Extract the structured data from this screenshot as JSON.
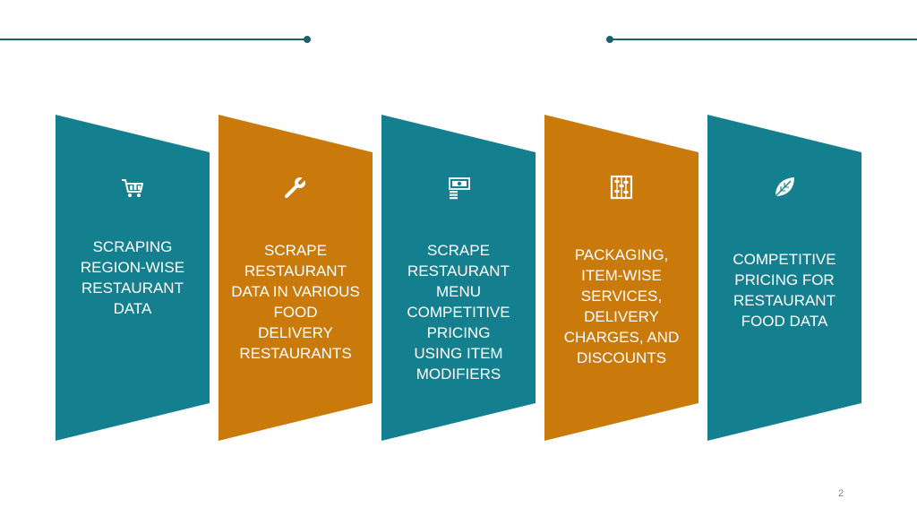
{
  "colors": {
    "teal": "#137f8f",
    "orange": "#c97a0a",
    "rule": "#1f5f6d"
  },
  "panels": [
    {
      "icon": "shopping-cart-icon",
      "label_lines": [
        "SCRAPING",
        "REGION-WISE",
        "RESTAURANT",
        "DATA"
      ]
    },
    {
      "icon": "wrench-icon",
      "label_lines": [
        "SCRAPE",
        "RESTAURANT",
        "DATA IN VARIOUS",
        "FOOD",
        "DELIVERY",
        "RESTAURANTS"
      ]
    },
    {
      "icon": "money-coins-icon",
      "label_lines": [
        "SCRAPE",
        "RESTAURANT",
        "MENU",
        "COMPETITIVE",
        "PRICING",
        "USING ITEM",
        "MODIFIERS"
      ]
    },
    {
      "icon": "abacus-icon",
      "label_lines": [
        "PACKAGING,",
        "ITEM-WISE",
        "SERVICES,",
        "DELIVERY",
        "CHARGES, AND",
        "DISCOUNTS"
      ]
    },
    {
      "icon": "leaf-icon",
      "label_lines": [
        "COMPETITIVE",
        "PRICING FOR",
        "RESTAURANT",
        "FOOD DATA"
      ]
    }
  ],
  "page_number": "2"
}
